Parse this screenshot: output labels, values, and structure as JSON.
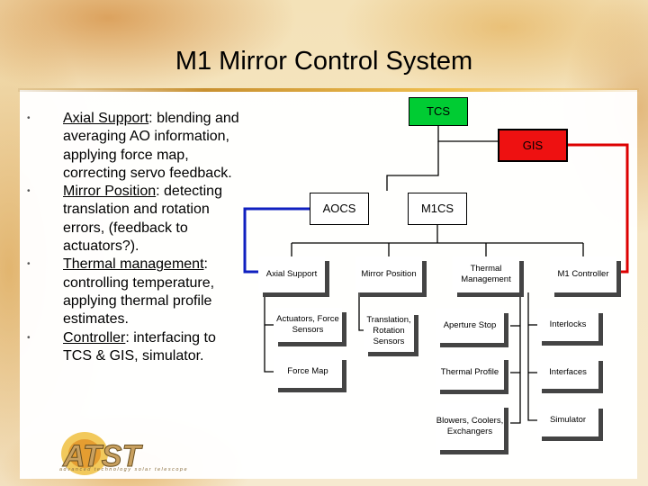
{
  "slide": {
    "title": "M1 Mirror Control System"
  },
  "bullets": [
    {
      "link": "Axial Support",
      "rest": ": blending and averaging AO information, applying force map, correcting servo feedback."
    },
    {
      "link": "Mirror Position",
      "rest": ": detecting translation and rotation errors, (feedback to actuators?)."
    },
    {
      "link": "Thermal management",
      "rest": ": controlling temperature, applying thermal profile estimates."
    },
    {
      "link": "Controller",
      "rest": ": interfacing to TCS & GIS, simulator."
    }
  ],
  "diagram": {
    "tcs": "TCS",
    "gis": "GIS",
    "aocs": "AOCS",
    "m1cs": "M1CS",
    "axial_support": "Axial Support",
    "mirror_position": "Mirror Position",
    "thermal_management": "Thermal Management",
    "m1_controller": "M1 Controller",
    "actuators": "Actuators, Force Sensors",
    "translation": "Translation, Rotation Sensors",
    "aperture_stop": "Aperture Stop",
    "interlocks": "Interlocks",
    "force_map": "Force Map",
    "thermal_profile": "Thermal Profile",
    "interfaces": "Interfaces",
    "blowers": "Blowers, Coolers, Exchangers",
    "simulator": "Simulator",
    "colors": {
      "tcs": "#00cc33",
      "gis": "#ee0000",
      "aocs_link": "#1020c0",
      "gis_link": "#dd0000"
    }
  },
  "logo": {
    "text": "ATST",
    "tagline": "advanced technology solar telescope"
  }
}
